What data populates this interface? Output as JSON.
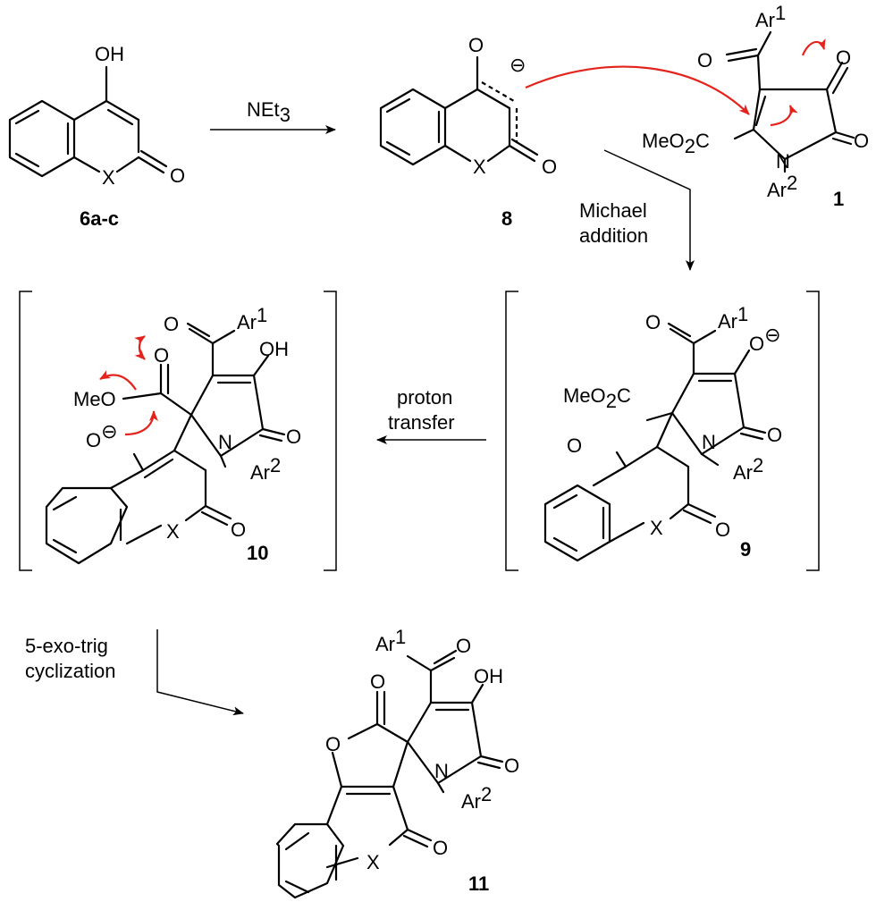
{
  "reagent": "NEt",
  "reagent_sub": "3",
  "compounds": {
    "c6": "6a-c",
    "c8": "8",
    "c1": "1",
    "c9": "9",
    "c10": "10",
    "c11": "11"
  },
  "atoms": {
    "oh": "OH",
    "o": "O",
    "x": "X",
    "n": "N",
    "ar": "Ar",
    "sup1": "1",
    "sup2": "2",
    "meo2c": "MeO",
    "meo2c_sub": "2",
    "meo2c_tail": "C",
    "meo": "MeO",
    "minus": "⊖"
  },
  "steps": {
    "michael_1": "Michael",
    "michael_2": "addition",
    "proton_1": "proton",
    "proton_2": "transfer",
    "cyc_1": "5-exo-trig",
    "cyc_2": "cyclization"
  }
}
